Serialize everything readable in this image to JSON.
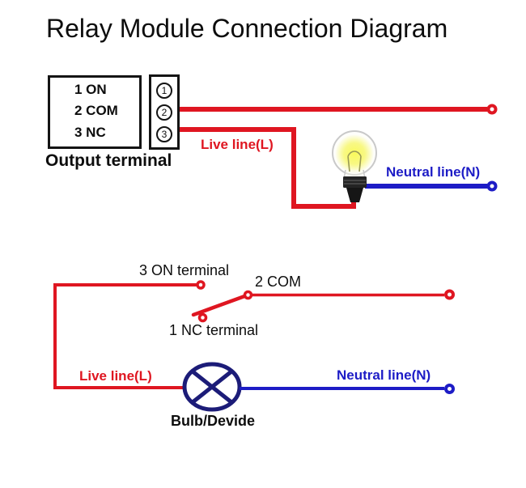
{
  "title": "Relay Module Connection Diagram",
  "colors": {
    "live_wire_red": "#df1621",
    "neutral_wire_blue": "#1d1cc6",
    "bulb_symbol_navy": "#1c1c78",
    "text_black": "#0d0d0d"
  },
  "relay_module_section": {
    "output_box_rows": [
      "1 ON",
      "2 COM",
      "3 NC"
    ],
    "terminal_pins": [
      "1",
      "2",
      "3"
    ],
    "caption": "Output terminal",
    "live_label": "Live line(L)",
    "neutral_label": "Neutral line(N)"
  },
  "schematic_section": {
    "on_terminal_label": "3 ON terminal",
    "com_label": "2 COM",
    "nc_terminal_label": "1 NC terminal",
    "live_label": "Live line(L)",
    "neutral_label": "Neutral line(N)",
    "bulb_label": "Bulb/Devide"
  }
}
